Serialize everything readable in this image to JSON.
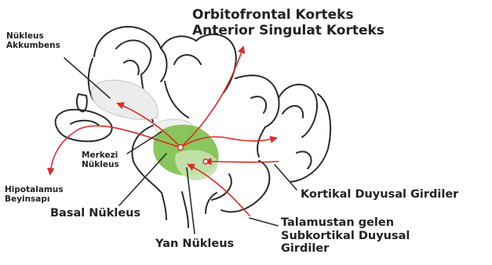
{
  "labels": {
    "nucleus_accumbens": [
      "Nükleus",
      "Akkumbens"
    ],
    "orbitofrontal": [
      "Orbitofrontal Korteks",
      "Anterior Singulat Korteks"
    ],
    "central_nucleus": [
      "Merkezi",
      "Nükleus"
    ],
    "hypothalamus": [
      "Hipotalamus",
      "Beyinsapı"
    ],
    "basal_nucleus": "Basal Nükleus",
    "lateral_nucleus": "Yan Nükleus",
    "cortical_sensory": "Kortikal Duyusal Girdiler",
    "thalamic_sensory": [
      "Talamustan gelen",
      "Subkortikal Duyusal",
      "Girdiler"
    ]
  },
  "colors": {
    "outline": "#2b2b2b",
    "pathway": "#e02828",
    "amygdala_fill": "#7cc04a",
    "lateral_fill": "#c6e2b0",
    "shadow": "#cccccc"
  }
}
